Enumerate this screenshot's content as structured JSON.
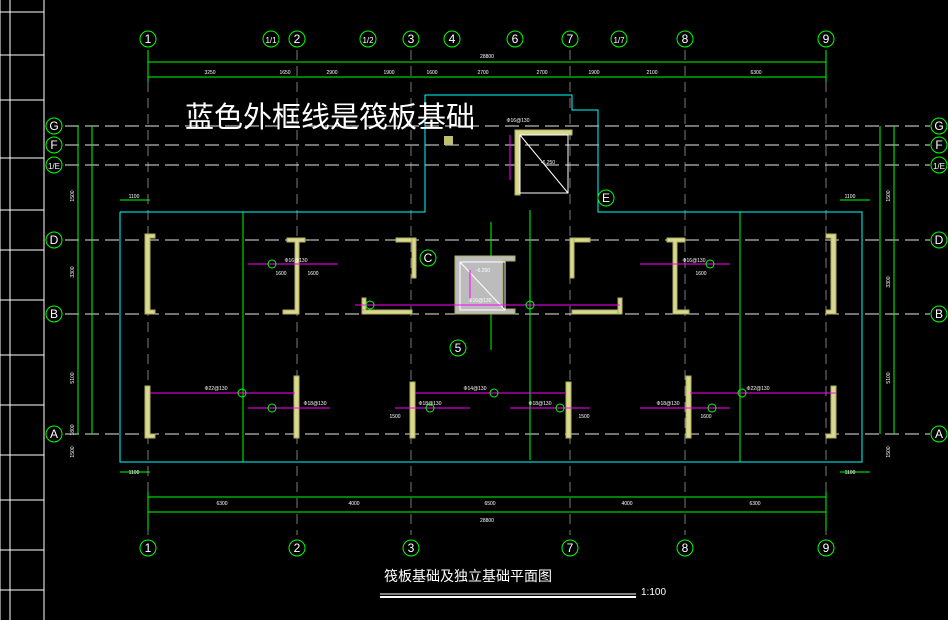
{
  "overlay_note": "蓝色外框线是筏板基础",
  "drawing_title": "筏板基础及独立基础平面图",
  "scale_text": "1:100",
  "grid_top": [
    "1",
    "1/1",
    "2",
    "1/2",
    "3",
    "4",
    "6",
    "7",
    "1/7",
    "8",
    "9"
  ],
  "grid_bottom": [
    "1",
    "2",
    "3",
    "7",
    "8",
    "9"
  ],
  "grid_left": [
    "G",
    "F",
    "1/E",
    "D",
    "B",
    "A"
  ],
  "grid_right": [
    "G",
    "F",
    "1/E",
    "D",
    "B",
    "A"
  ],
  "local_axis_labels": [
    "E",
    "C",
    "5"
  ],
  "dims_top": [
    "3250",
    "1650",
    "2900",
    "1900",
    "1600",
    "2700",
    "2700",
    "1900",
    "2100",
    "6300"
  ],
  "dims_top_total": "28800",
  "dims_bottom": [
    "6300",
    "4000",
    "6500",
    "4000",
    "6300"
  ],
  "dims_bottom_total": "28800",
  "dims_left": [
    "1500",
    "3300",
    "5100",
    "1800",
    "1500"
  ],
  "dims_right": [
    "1500",
    "3300",
    "5100",
    "1500"
  ],
  "elevation_labels": [
    "-6.250",
    "-6.250"
  ],
  "rebar_labels": [
    "Φ16@130",
    "Φ16@130",
    "Φ16@130",
    "Φ16@130",
    "Φ22@130",
    "Φ18@130",
    "Φ18@130",
    "Φ14@130",
    "Φ18@130",
    "Φ18@130",
    "Φ22@130"
  ],
  "small_dims": [
    "1100",
    "1600",
    "1600",
    "1600",
    "1500",
    "1500",
    "1600",
    "1100",
    "1100",
    "1100"
  ],
  "colors": {
    "background": "#000000",
    "grid": "#00ff00",
    "raft_outline": "#00ffff",
    "wall": "#e6e6a0",
    "rebar": "#ff00ff",
    "axis_circle": "#00ff00",
    "dashed": "#ffffff",
    "annotation": "#ffffff"
  }
}
